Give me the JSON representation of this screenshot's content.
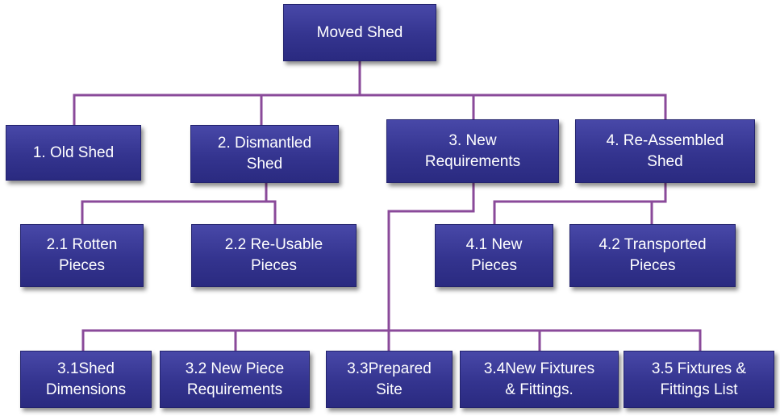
{
  "diagram": {
    "root": "Moved Shed",
    "level1": {
      "old_shed": "1. Old Shed",
      "dismantled_shed": "2. Dismantled\nShed",
      "new_requirements": "3. New\nRequirements",
      "reassembled_shed": "4. Re-Assembled\nShed"
    },
    "level2": {
      "rotten_pieces": "2.1 Rotten\nPieces",
      "reusable_pieces": "2.2 Re-Usable\nPieces",
      "new_pieces": "4.1 New\nPieces",
      "transported_pieces": "4.2 Transported\nPieces"
    },
    "level3": {
      "shed_dimensions": "3.1Shed\nDimensions",
      "new_piece_requirements": "3.2 New Piece\nRequirements",
      "prepared_site": "3.3Prepared\nSite",
      "new_fixtures": "3.4New Fixtures\n& Fittings.",
      "fixtures_list": "3.5 Fixtures &\nFittings List"
    },
    "colors": {
      "box_fill": "#34348f",
      "box_text": "#ffffff",
      "connector": "#8a4a9a"
    }
  }
}
